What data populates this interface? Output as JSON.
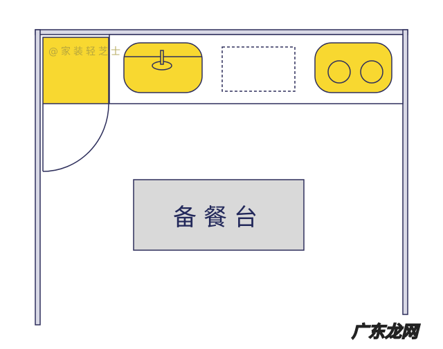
{
  "labels": {
    "table": "备餐台"
  },
  "watermark": "@家装轻芝士",
  "logo": "广东龙网",
  "colors": {
    "wall": "#d9d9e6",
    "outline": "#2e2f5c",
    "fixture": "#f8d830",
    "table": "#d9d9d9"
  }
}
